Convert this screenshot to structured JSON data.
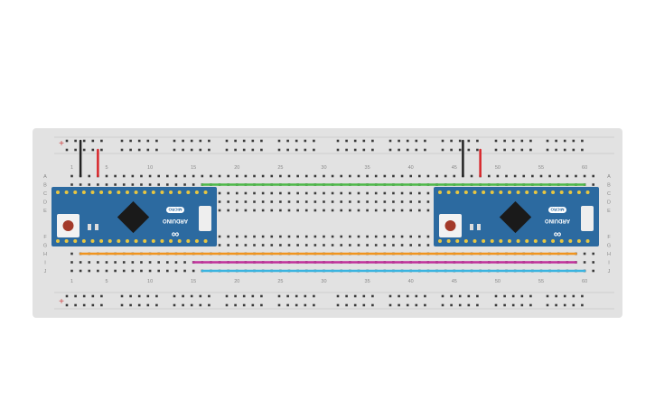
{
  "breadboard": {
    "column_labels": [
      "1",
      "5",
      "10",
      "15",
      "20",
      "25",
      "30",
      "35",
      "40",
      "45",
      "50",
      "55",
      "60"
    ],
    "row_letters_top": [
      "A",
      "B",
      "C",
      "D",
      "E"
    ],
    "row_letters_bottom": [
      "F",
      "G",
      "H",
      "I",
      "J"
    ],
    "rail_plus_symbol": "+"
  },
  "boards": [
    {
      "name": "ARDUINO",
      "model": "MICRO"
    },
    {
      "name": "ARDUINO",
      "model": "MICRO"
    }
  ],
  "wires": [
    {
      "id": "wire-black-1",
      "color": "#222222"
    },
    {
      "id": "wire-red-1",
      "color": "#d8262a"
    },
    {
      "id": "wire-black-2",
      "color": "#222222"
    },
    {
      "id": "wire-red-2",
      "color": "#d8262a"
    },
    {
      "id": "wire-green",
      "color": "#4cb848"
    },
    {
      "id": "wire-orange",
      "color": "#f0941e"
    },
    {
      "id": "wire-magenta",
      "color": "#c0309a"
    },
    {
      "id": "wire-cyan",
      "color": "#3ab4e0"
    }
  ],
  "colors": {
    "board_bg": "#e2e2e2",
    "hole": "#3a3a3a",
    "arduino_blue": "#2c6aa0",
    "rail_line": "#cfcfcf",
    "plus": "#d04848"
  }
}
